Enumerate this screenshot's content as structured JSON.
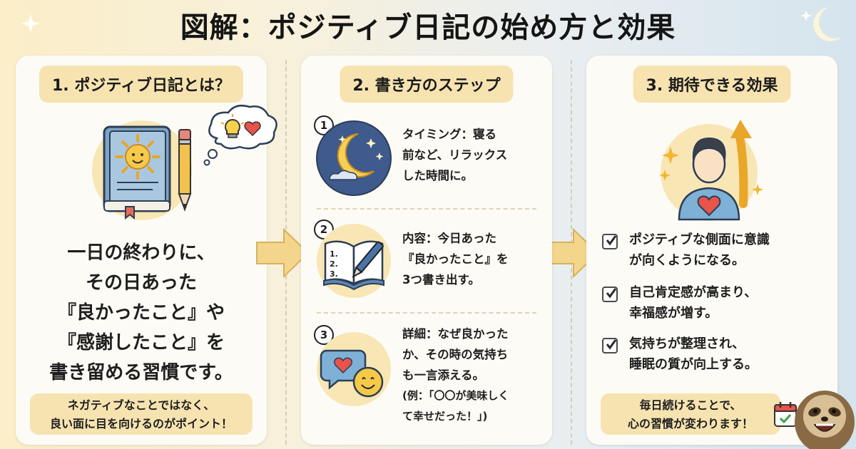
{
  "title": "図解：ポジティブ日記の始め方と効果",
  "icons": [
    "notebook-sun-icon",
    "pencil-icon",
    "lightbulb-heart-bubble-icon",
    "moon-stars-icon",
    "open-notebook-icon",
    "heart-smile-speech-icon",
    "person-heart-growth-icon",
    "calendar-check-icon",
    "sloth-mascot-icon",
    "check-icon",
    "arrow-right-icon"
  ],
  "colors": {
    "accent": "#f6e3b0",
    "panel": "#fdfbf6",
    "arrow": "#f3d58c"
  },
  "panel1": {
    "heading": "1. ポジティブ日記とは？",
    "body_lines": [
      "一日の終わりに、",
      "その日あった",
      "『良かったこと』や",
      "『感謝したこと』を",
      "書き留める習慣です。"
    ],
    "note_lines": [
      "ネガティブなことではなく、",
      "良い面に目を向けるのがポイント！"
    ]
  },
  "panel2": {
    "heading": "2. 書き方のステップ",
    "steps": [
      {
        "num": "1",
        "lines": [
          "タイミング：寝る",
          "前など、リラックス",
          "した時間に。"
        ]
      },
      {
        "num": "2",
        "lines": [
          "内容：今日あった",
          "『良かったこと』を",
          "3つ書き出す。"
        ]
      },
      {
        "num": "3",
        "lines": [
          "詳細：なぜ良かった",
          "か、その時の気持ち",
          "も一言添える。",
          "(例：「〇〇が美味しく",
          "て幸せだった！」)"
        ]
      }
    ],
    "notebook_list": [
      "1.",
      "2.",
      "3."
    ]
  },
  "panel3": {
    "heading": "3. 期待できる効果",
    "effects": [
      {
        "lines": [
          "ポジティブな側面に意識",
          "が向くようになる。"
        ]
      },
      {
        "lines": [
          "自己肯定感が高まり、",
          "幸福感が増す。"
        ]
      },
      {
        "lines": [
          "気持ちが整理され、",
          "睡眠の質が向上する。"
        ]
      }
    ],
    "note_lines": [
      "毎日続けることで、",
      "心の習慣が変わります！"
    ]
  }
}
